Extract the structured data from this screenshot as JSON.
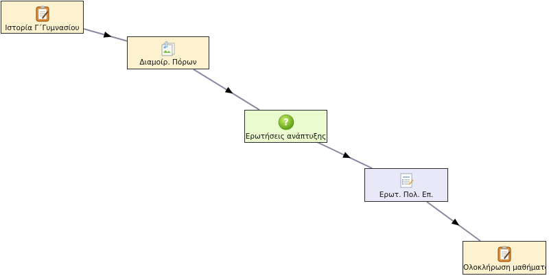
{
  "diagram": {
    "nodes": [
      {
        "id": "n1",
        "label": "Ιστορία Γ΄Γυμνασίου",
        "type": "start",
        "icon": "notebook-icon"
      },
      {
        "id": "n2",
        "label": "Διαμοίρ. Πόρων",
        "type": "resource",
        "icon": "image-stack-icon"
      },
      {
        "id": "n3",
        "label": "Ερωτήσεις ανάπτυξης",
        "type": "question",
        "icon": "question-icon"
      },
      {
        "id": "n4",
        "label": "Ερωτ. Πολ. Επ.",
        "type": "quiz",
        "icon": "checklist-icon"
      },
      {
        "id": "n5",
        "label": "Ολοκλήρωση μαθήματος",
        "type": "end",
        "icon": "notebook-icon"
      }
    ],
    "edges": [
      {
        "from": "n1",
        "to": "n2"
      },
      {
        "from": "n2",
        "to": "n3"
      },
      {
        "from": "n3",
        "to": "n4"
      },
      {
        "from": "n4",
        "to": "n5"
      }
    ],
    "colors": {
      "edge": "#8a87a0",
      "arrow": "#000000",
      "start": "#fdf2d0",
      "question": "#eafccf",
      "quiz": "#e9e8f8"
    }
  }
}
